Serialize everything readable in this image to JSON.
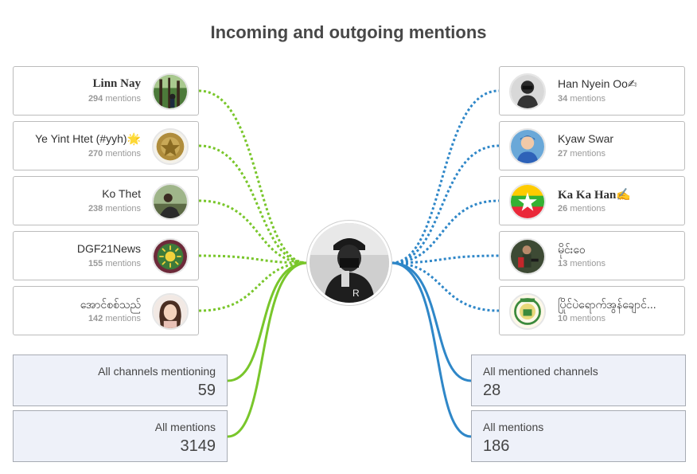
{
  "title": "Incoming and outgoing mentions",
  "mentions_suffix": "mentions",
  "colors": {
    "incoming": "#79c62b",
    "outgoing": "#2f87c8"
  },
  "incoming": [
    {
      "name": "Linn Nay",
      "count": "294",
      "avatar": "forest-photo-avatar"
    },
    {
      "name": "Ye Yint Htet (#yyh)🌟",
      "count": "270",
      "avatar": "military-emblem-avatar"
    },
    {
      "name": "Ko Thet",
      "count": "238",
      "avatar": "person-outdoor-avatar"
    },
    {
      "name": "DGF21News",
      "count": "155",
      "avatar": "sun-emblem-avatar"
    },
    {
      "name": "အောင်စစ်သည်",
      "count": "142",
      "avatar": "girl-portrait-avatar"
    }
  ],
  "outgoing": [
    {
      "name": "Han Nyein Oo✍",
      "count": "34",
      "avatar": "soldier-portrait-avatar"
    },
    {
      "name": "Kyaw Swar",
      "count": "27",
      "avatar": "child-portrait-avatar"
    },
    {
      "name": "Ka Ka Han✍",
      "count": "26",
      "avatar": "myanmar-flag-avatar"
    },
    {
      "name": "မိုင်းဝေ",
      "count": "13",
      "avatar": "soldier-field-avatar"
    },
    {
      "name": "ပြိုင်ပဲရောက်အွန်ချောင်...",
      "count": "10",
      "avatar": "green-seal-avatar"
    }
  ],
  "totals": {
    "incoming_channels_label": "All channels mentioning",
    "incoming_channels_value": "59",
    "incoming_mentions_label": "All mentions",
    "incoming_mentions_value": "3149",
    "outgoing_channels_label": "All mentioned channels",
    "outgoing_channels_value": "28",
    "outgoing_mentions_label": "All mentions",
    "outgoing_mentions_value": "186"
  },
  "center": {
    "avatar": "masked-person-avatar"
  }
}
